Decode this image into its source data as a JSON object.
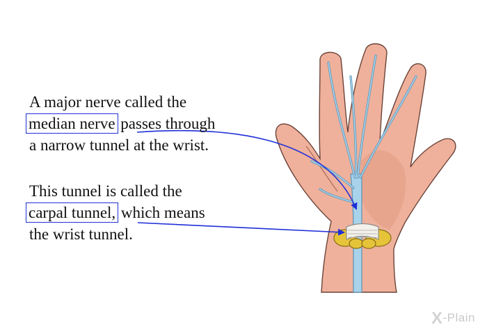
{
  "paragraph1": {
    "line1": "A major nerve called the",
    "highlight": "median nerve",
    "line2_rest": " passes through",
    "line3": "a narrow tunnel at the wrist."
  },
  "paragraph2": {
    "line1": "This tunnel is called the",
    "highlight": "carpal tunnel,",
    "line2_rest": " which means",
    "line3": "the wrist tunnel."
  },
  "logo": {
    "mark": "X",
    "text": "-Plain"
  },
  "colors": {
    "skin": "#efb19c",
    "skin_dark": "#e29a82",
    "skin_outline": "#6b4338",
    "nerve": "#a9d3ea",
    "nerve_outline": "#5a93b6",
    "ligament": "#f3f1ea",
    "bone": "#e6c43a",
    "arrow": "#1f2fd8"
  },
  "icons": [
    "hand-illustration",
    "median-nerve",
    "carpal-tunnel-ligament",
    "carpal-bones",
    "pointer-arrow"
  ]
}
